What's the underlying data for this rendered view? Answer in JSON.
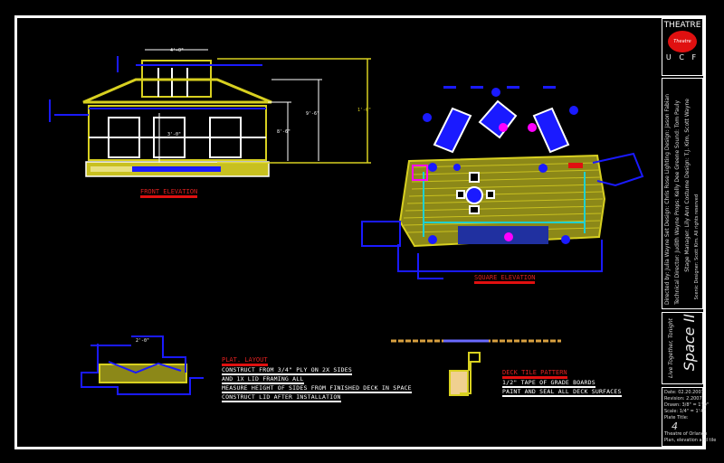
{
  "drawing": {
    "front_elevation_title": "FRONT ELEVATION",
    "rear_elevation_title": "SQUARE ELEVATION",
    "dimension_labels": [
      "4'-0\"",
      "1'-6\"",
      "9'-6\"",
      "8'-6\"",
      "3'-0\"",
      "2'-0\""
    ],
    "colors": {
      "platform": "#c8c020",
      "structure": "#1a1aff",
      "accent": "#ff00ff",
      "dimension": "#d8d020",
      "title": "#e01010"
    }
  },
  "notes": {
    "left_title": "PLAT. LAYOUT",
    "left_lines": [
      "CONSTRUCT FROM 3/4\" PLY ON 2X SIDES",
      "AND 1X LID FRAMING ALL",
      "MEASURE HEIGHT OF SIDES FROM FINISHED DECK IN SPACE",
      "CONSTRUCT LID AFTER INSTALLATION"
    ],
    "right_title": "DECK TILE PATTERN",
    "right_lines": [
      "1/2\" TAPE OF GRADE BOARDS",
      "PAINT AND SEAL ALL DECK SURFACES"
    ]
  },
  "title_block": {
    "theatre_label": "THEATRE",
    "logo_text": "Theatre",
    "school": "U C F",
    "credits": [
      "Directed by: Julia Wayne   Set Design: Chris Rose   Lighting Design: Jason Fabian",
      "Technical Director: Judith Wayne   Props: Kelly   Dee Greene   Sound: Tom Pauly",
      "Stage Manager: Lily Ann   Costume Design: T.J. Kim, Scott Wayne",
      "Scenic Designer: Scott Kim. All rights reserved"
    ],
    "show_subtitle": "Live Together, Tonight",
    "show_title": "Space II",
    "info_lines": [
      "Date: 02.20.2007",
      "Revision: 2.2007",
      "Drawn: 3/8\" = 1'-0\"",
      "Scale: 1/4\" = 1'-0\"",
      "Plate Title:"
    ],
    "plate_number": "4",
    "footer_lines": [
      "Theatre of Orlando",
      "Plan, elevation and tile"
    ]
  }
}
